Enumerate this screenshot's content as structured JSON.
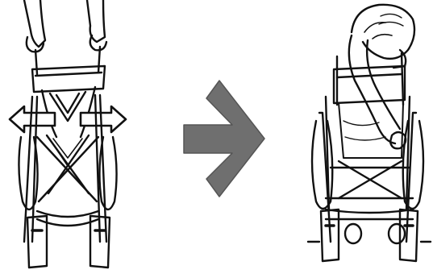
{
  "figure": {
    "panels": [
      {
        "id": "before",
        "state": "folded wheelchair being opened"
      },
      {
        "id": "after",
        "state": "opened wheelchair with seat pressed down"
      }
    ],
    "transition": {
      "icon": "right-chevron-arrow",
      "color": "#6f6f6f"
    },
    "colors": {
      "ink": "#111111",
      "paper": "#ffffff",
      "arrow": "#6f6f6f"
    }
  }
}
